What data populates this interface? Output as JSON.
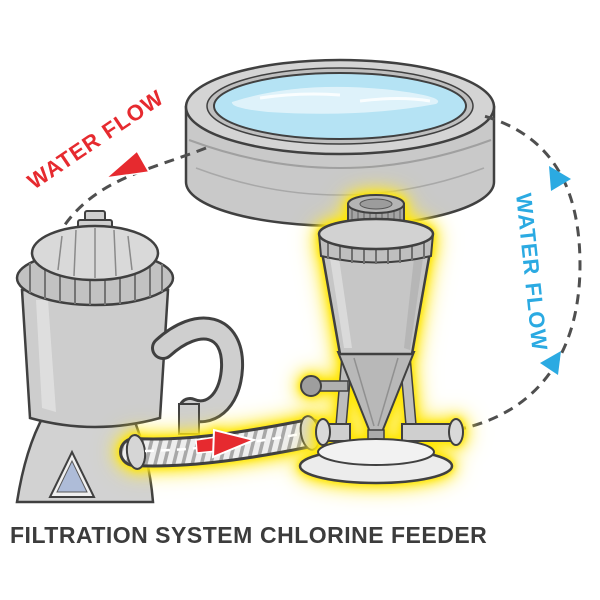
{
  "labels": {
    "water_flow_left": "WATER FLOW",
    "water_flow_right": "WATER FLOW",
    "filtration_system": "FILTRATION SYSTEM",
    "chlorine_feeder": "CHLORINE FEEDER"
  },
  "colors": {
    "flow_left": "#e62a2f",
    "flow_right": "#2baae2",
    "glow": "#ffe600",
    "dash_line": "#4f4f4f",
    "pool_water": "#b5e3f4",
    "equipment_gray": "#c9c9c9",
    "outline": "#404040",
    "bottom_label": "#3c3c3c"
  }
}
